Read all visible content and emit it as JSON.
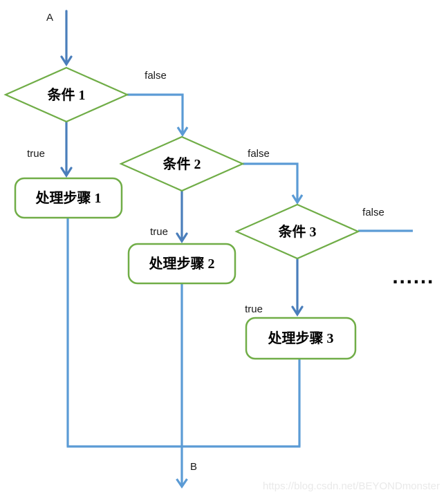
{
  "page": {
    "background": "#ffffff"
  },
  "colors": {
    "shape_border_green": "#70ad47",
    "flow_arrow_blue_dark": "#4a7ebb",
    "flow_line_blue_light": "#5b9bd5",
    "label_text": "#000000",
    "watermark_text": "#e9e9e9"
  },
  "flowchart": {
    "entry_label": "A",
    "exit_label": "B",
    "conditions": [
      {
        "label": "条件 1",
        "true_label": "true",
        "false_label": "false",
        "process": "处理步骤 1"
      },
      {
        "label": "条件 2",
        "true_label": "true",
        "false_label": "false",
        "process": "处理步骤 2"
      },
      {
        "label": "条件 3",
        "true_label": "true",
        "false_label": "false",
        "process": "处理步骤 3"
      }
    ],
    "continuation_ellipsis": "......"
  },
  "watermark": "https://blog.csdn.net/BEYONDmonster"
}
